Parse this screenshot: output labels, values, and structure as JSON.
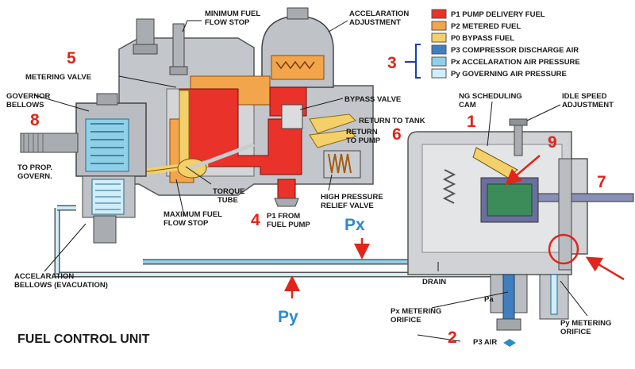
{
  "colors": {
    "p1": "#e8322a",
    "p2": "#f2a54a",
    "p0": "#f4d06a",
    "p3": "#3f7fbf",
    "px": "#8fd0e8",
    "py": "#cfeefa",
    "metal": "#b9bcc0",
    "annotation_red": "#e0251b",
    "annotation_blue": "#2e8bc9"
  },
  "legend": {
    "items": [
      {
        "key": "p1",
        "label": "P1 PUMP DELIVERY FUEL"
      },
      {
        "key": "p2",
        "label": "P2 METERED FUEL"
      },
      {
        "key": "p0",
        "label": "P0 BYPASS FUEL"
      },
      {
        "key": "p3",
        "label": "P3 COMPRESSOR DISCHARGE AIR"
      },
      {
        "key": "px",
        "label": "Px ACCELARATION AIR PRESSURE"
      },
      {
        "key": "py",
        "label": "Py GOVERNING AIR PRESSURE"
      }
    ]
  },
  "labels": {
    "min_fuel_1": "MINIMUM FUEL",
    "min_fuel_2": "FLOW STOP",
    "accel_adj_1": "ACCELARATION",
    "accel_adj_2": "ADJUSTMENT",
    "metering_valve": "METERING VALVE",
    "bypass_valve": "BYPASS VALVE",
    "governor_1": "GOVERNOR",
    "governor_2": "BELLOWS",
    "return_tank": "RETURN TO TANK",
    "return_pump_1": "RETURN",
    "return_pump_2": "TO PUMP",
    "ng_cam_1": "NG SCHEDULING",
    "ng_cam_2": "CAM",
    "idle_1": "IDLE SPEED",
    "idle_2": "ADJUSTMENT",
    "prop_1": "TO PROP.",
    "prop_2": "GOVERN.",
    "torque_1": "TORQUE",
    "torque_2": "TUBE",
    "max_fuel_1": "MAXIMUM FUEL",
    "max_fuel_2": "FLOW STOP",
    "hp_relief_1": "HIGH PRESSURE",
    "hp_relief_2": "RELIEF VALVE",
    "p1_from_1": "P1 FROM",
    "p1_from_2": "FUEL PUMP",
    "accel_bellows_1": "ACCELARATION",
    "accel_bellows_2": "BELLOWS (EVACUATION)",
    "drain": "DRAIN",
    "pa": "Pa",
    "px_orifice_1": "Px METERING",
    "px_orifice_2": "ORIFICE",
    "py_orifice_1": "Py METERING",
    "py_orifice_2": "ORIFICE",
    "p3_air": "P3 AIR",
    "px_big": "Px",
    "py_big": "Py",
    "title": "FUEL CONTROL UNIT"
  },
  "numbers": {
    "n1": "1",
    "n2": "2",
    "n3": "3",
    "n4": "4",
    "n5": "5",
    "n6": "6",
    "n7": "7",
    "n8": "8",
    "n9": "9"
  }
}
